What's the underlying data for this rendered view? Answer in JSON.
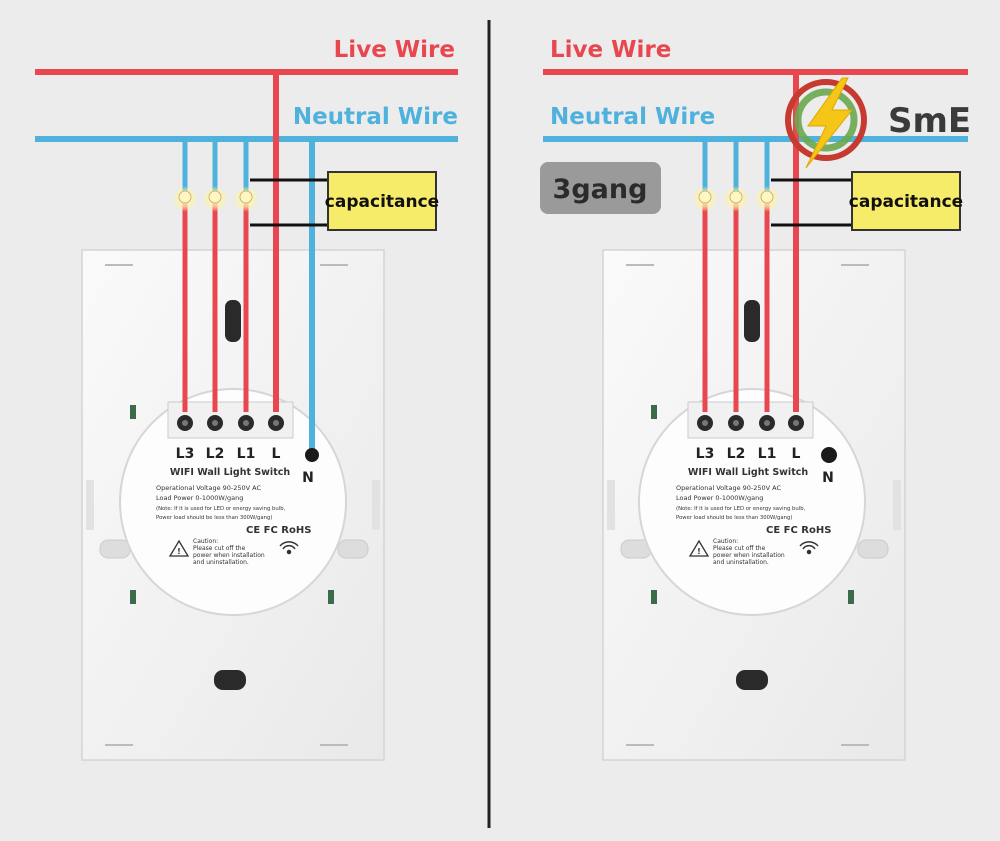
{
  "left": {
    "live_label": "Live Wire",
    "neutral_label": "Neutral Wire",
    "capacitance_label": "capacitance",
    "terminals": [
      "L3",
      "L2",
      "L1",
      "L"
    ],
    "neutral_terminal": "N",
    "switch": {
      "title": "WIFI Wall Light Switch",
      "spec_voltage": "Operational Voltage 90-250V AC",
      "spec_power": "Load Power 0-1000W/gang",
      "note_line1": "(Note: If it is used for LED or energy saving bulb,",
      "note_line2": "Power load should be less than 300W/gang)",
      "certs": "CE FC RoHS",
      "caution_title": "Caution:",
      "caution_line1": "Please cut off the",
      "caution_line2": "power when installation",
      "caution_line3": "and uninstallation."
    }
  },
  "right": {
    "live_label": "Live Wire",
    "neutral_label": "Neutral Wire",
    "capacitance_label": "capacitance",
    "gang_badge": "3gang",
    "terminals": [
      "L3",
      "L2",
      "L1",
      "L"
    ],
    "neutral_terminal": "N",
    "switch": {
      "title": "WIFI Wall Light Switch",
      "spec_voltage": "Operational Voltage 90-250V AC",
      "spec_power": "Load Power 0-1000W/gang",
      "note_line1": "(Note: If it is used for LED or energy saving bulb,",
      "note_line2": "Power load should be less than 300W/gang)",
      "certs": "CE FC RoHS",
      "caution_title": "Caution:",
      "caution_line1": "Please cut off the",
      "caution_line2": "power when installation",
      "caution_line3": "and uninstallation."
    }
  },
  "logo": {
    "text": "SmE"
  },
  "colors": {
    "live": "#e8474f",
    "neutral": "#4fb2dd",
    "capacitor_fill": "#f7ec6a",
    "badge_bg": "#9a9a9a"
  }
}
